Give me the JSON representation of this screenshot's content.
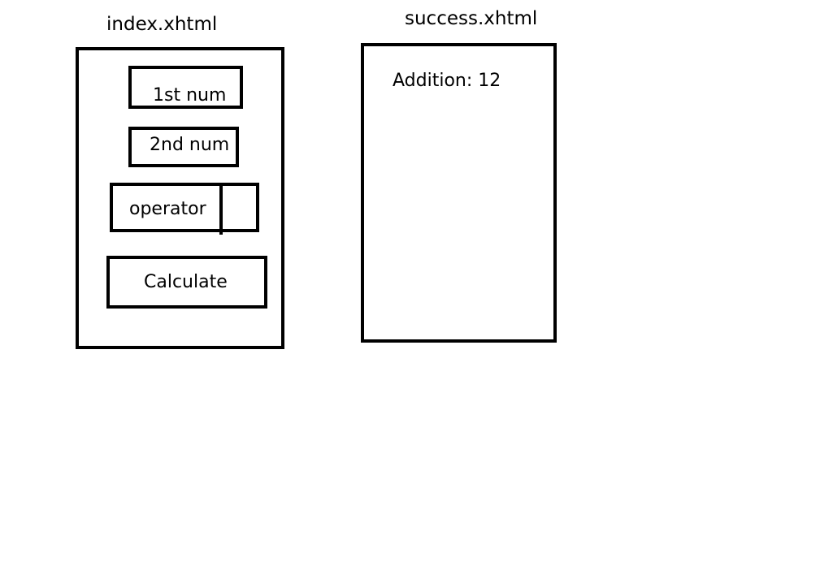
{
  "index_page": {
    "title": "index.xhtml",
    "first_field_label": "1st num",
    "second_field_label": "2nd num",
    "operator_label": "operator",
    "calculate_label": "Calculate"
  },
  "success_page": {
    "title": "success.xhtml",
    "result_text": "Addition: 12"
  }
}
